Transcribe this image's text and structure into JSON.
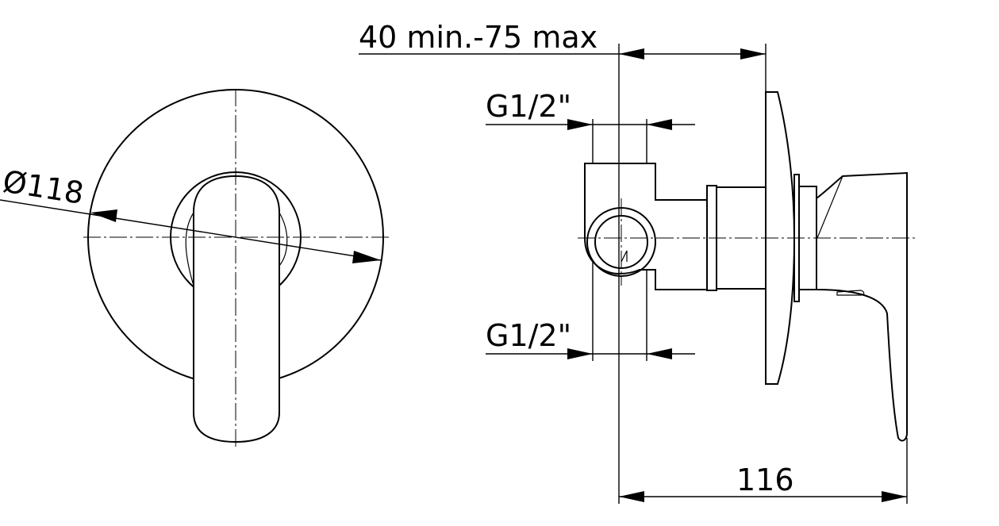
{
  "front_view": {
    "diameter_label": "Ø118"
  },
  "side_view": {
    "depth_label": "40 min.-75 max",
    "thread_top_label": "G1/2\"",
    "thread_bottom_label": "G1/2\"",
    "length_label": "116"
  }
}
